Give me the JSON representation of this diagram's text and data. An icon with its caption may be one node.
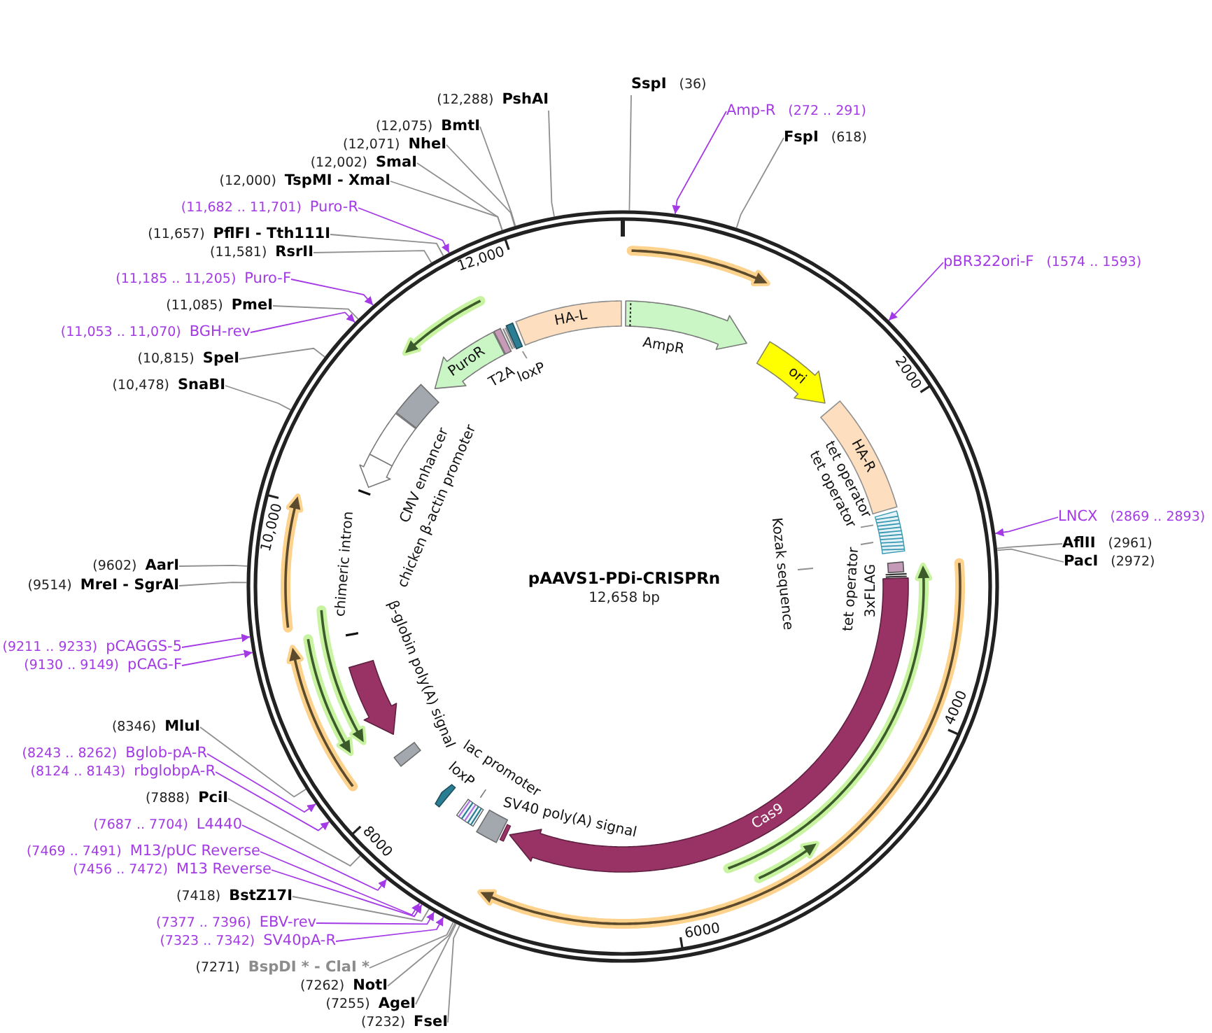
{
  "diagram": {
    "nodes": [
      {
        "text": [
          "pAAVS1-PDi-CRISPRn",
          "12,658 bp"
        ]
      },
      {
        "text": [
          "HA-L"
        ],
        "in": 0
      },
      {
        "text": [
          "AmpR"
        ],
        "in": 0
      },
      {
        "text": [
          "ori"
        ],
        "in": 0
      },
      {
        "text": [
          "HA-R"
        ],
        "in": 0
      },
      {
        "text": [],
        "shape": "box",
        "in": 0
      },
      {
        "text": [
          "tet operator"
        ],
        "in": 0
      },
      {
        "text": [
          "tet operator"
        ],
        "in": 0
      },
      {
        "text": [
          "Kozak sequence"
        ],
        "in": 0
      },
      {
        "text": [
          "3xFLAG"
        ],
        "in": 0
      },
      {
        "text": [
          "Cas9"
        ],
        "in": 0
      },
      {
        "text": [
          "SV40 poly(A) signal"
        ],
        "in": 0
      },
      {
        "text": [
          "lac promoter"
        ],
        "in": 0
      },
      {
        "text": [
          "loxP"
        ],
        "in": 0
      },
      {
        "text": [
          "β-globin poly(A) signal"
        ],
        "in": 0
      },
      {
        "text": [],
        "shape": "arrow",
        "in": 0
      },
      {
        "text": [
          "chimeric intron"
        ],
        "in": 0
      },
      {
        "text": [
          "chicken β-actin promoter"
        ],
        "in": 0
      },
      {
        "text": [
          "CMV enhancer"
        ],
        "in": 0
      },
      {
        "text": [],
        "shape": "box",
        "in": 0
      },
      {
        "text": [
          "PuroR"
        ],
        "in": 0
      },
      {
        "text": [
          "T2A"
        ],
        "in": 0
      },
      {
        "text": [],
        "shape": "box",
        "in": 0
      },
      {
        "text": [
          "loxP"
        ],
        "in": 0
      },
      {
        "text": [
          "SspI",
          "(36)"
        ]
      },
      {
        "text": [
          "(12,288)",
          "PshAI"
        ]
      },
      {
        "text": [
          "Amp-R",
          "(272 .. 291)"
        ]
      },
      {
        "text": [
          "(12,075)",
          "BmtI"
        ]
      },
      {
        "text": [
          "FspI",
          "(618)"
        ]
      },
      {
        "text": [
          "(12,071)",
          "NheI"
        ]
      },
      {
        "text": [
          "(12,002)",
          "SmaI"
        ]
      },
      {
        "text": [
          "(12,000)",
          "TspMI - XmaI"
        ]
      },
      {
        "text": [
          "(11,682 .. 11,701)",
          "Puro-R"
        ]
      },
      {
        "text": [
          "(11,657)",
          "PflFI - Tth111I"
        ]
      },
      {
        "text": [
          "(11,581)",
          "RsrII"
        ]
      },
      {
        "text": [
          "pBR322ori-F",
          "(1574 .. 1593)"
        ]
      },
      {
        "text": [
          "(11,185 .. 11,205)",
          "Puro-F"
        ]
      },
      {
        "text": [
          "(11,085)",
          "PmeI"
        ]
      },
      {
        "text": [
          "(11,053 .. 11,070)",
          "BGH-rev"
        ]
      },
      {
        "text": [
          "(10,815)",
          "SpeI"
        ]
      },
      {
        "text": [
          "(10,478)",
          "SnaBI"
        ]
      },
      {
        "text": [
          "LNCX",
          "(2869 .. 2893)"
        ]
      },
      {
        "text": [
          "AflII",
          "(2961)"
        ]
      },
      {
        "text": [
          "PacI",
          "(2972)"
        ]
      },
      {
        "text": [
          "(9602)",
          "AarI"
        ]
      },
      {
        "text": [
          "(9514)",
          "MreI - SgrAI"
        ]
      },
      {
        "text": [
          "(9211 .. 9233)",
          "pCAGGS-5"
        ]
      },
      {
        "text": [
          "(9130 .. 9149)",
          "pCAG-F"
        ]
      },
      {
        "text": [
          "(8346)",
          "MluI"
        ]
      },
      {
        "text": [
          "(8243 .. 8262)",
          "Bglob-pA-R"
        ]
      },
      {
        "text": [
          "(8124 .. 8143)",
          "rbglobpA-R"
        ]
      },
      {
        "text": [
          "(7888)",
          "PciI"
        ]
      },
      {
        "text": [
          "(7687 .. 7704)",
          "L4440"
        ]
      },
      {
        "text": [
          "(7469 .. 7491)",
          "M13/pUC Reverse"
        ]
      },
      {
        "text": [
          "(7456 .. 7472)",
          "M13 Reverse"
        ]
      },
      {
        "text": [
          "(7418)",
          "BstZ17I"
        ]
      },
      {
        "text": [
          "(7377 .. 7396)",
          "EBV-rev"
        ]
      },
      {
        "text": [
          "(7323 .. 7342)",
          "SV40pA-R"
        ]
      },
      {
        "text": [
          "(7271)",
          "BspDI * - ClaI *"
        ]
      },
      {
        "text": [
          "(7262)",
          "NotI"
        ]
      },
      {
        "text": [
          "(7255)",
          "AgeI"
        ]
      },
      {
        "text": [
          "(7232)",
          "FseI"
        ]
      }
    ],
    "edges": [
      {
        "from": 24,
        "to": 0,
        "arrow": "none"
      },
      {
        "from": 25,
        "to": 0,
        "arrow": "none"
      },
      {
        "from": 26,
        "to": 0,
        "arrow": "to",
        "color": "#a33ae6"
      },
      {
        "from": 27,
        "to": 0,
        "arrow": "none"
      },
      {
        "from": 28,
        "to": 0,
        "arrow": "none"
      },
      {
        "from": 29,
        "to": 0,
        "arrow": "none"
      },
      {
        "from": 30,
        "to": 0,
        "arrow": "none"
      },
      {
        "from": 31,
        "to": 0,
        "arrow": "none"
      },
      {
        "from": 32,
        "to": 0,
        "arrow": "to",
        "color": "#a33ae6"
      },
      {
        "from": 33,
        "to": 0,
        "arrow": "none"
      },
      {
        "from": 34,
        "to": 0,
        "arrow": "none"
      },
      {
        "from": 35,
        "to": 0,
        "arrow": "to",
        "color": "#a33ae6"
      },
      {
        "from": 36,
        "to": 0,
        "arrow": "to",
        "color": "#a33ae6"
      },
      {
        "from": 37,
        "to": 0,
        "arrow": "none"
      },
      {
        "from": 38,
        "to": 0,
        "arrow": "to",
        "color": "#a33ae6"
      },
      {
        "from": 39,
        "to": 0,
        "arrow": "none"
      },
      {
        "from": 40,
        "to": 0,
        "arrow": "none"
      },
      {
        "from": 41,
        "to": 0,
        "arrow": "to",
        "color": "#a33ae6"
      },
      {
        "from": 42,
        "to": 0,
        "arrow": "none"
      },
      {
        "from": 43,
        "to": 0,
        "arrow": "none"
      },
      {
        "from": 44,
        "to": 0,
        "arrow": "none"
      },
      {
        "from": 45,
        "to": 0,
        "arrow": "none"
      },
      {
        "from": 46,
        "to": 0,
        "arrow": "to",
        "color": "#a33ae6"
      },
      {
        "from": 47,
        "to": 0,
        "arrow": "to",
        "color": "#a33ae6"
      },
      {
        "from": 48,
        "to": 0,
        "arrow": "none"
      },
      {
        "from": 49,
        "to": 0,
        "arrow": "to",
        "color": "#a33ae6"
      },
      {
        "from": 50,
        "to": 0,
        "arrow": "to",
        "color": "#a33ae6"
      },
      {
        "from": 51,
        "to": 0,
        "arrow": "none"
      },
      {
        "from": 52,
        "to": 0,
        "arrow": "to",
        "color": "#a33ae6"
      },
      {
        "from": 53,
        "to": 0,
        "arrow": "to",
        "color": "#a33ae6"
      },
      {
        "from": 54,
        "to": 0,
        "arrow": "to",
        "color": "#a33ae6"
      },
      {
        "from": 55,
        "to": 0,
        "arrow": "none"
      },
      {
        "from": 56,
        "to": 0,
        "arrow": "to",
        "color": "#a33ae6"
      },
      {
        "from": 57,
        "to": 0,
        "arrow": "to",
        "color": "#a33ae6"
      },
      {
        "from": 58,
        "to": 0,
        "arrow": "none"
      },
      {
        "from": 59,
        "to": 0,
        "arrow": "none"
      },
      {
        "from": 60,
        "to": 0,
        "arrow": "none"
      },
      {
        "from": 61,
        "to": 0,
        "arrow": "none"
      },
      {
        "from": 6,
        "to": 5,
        "arrow": "none"
      },
      {
        "from": 7,
        "to": 5,
        "arrow": "none"
      },
      {
        "from": 8,
        "to": null,
        "arrow": "none"
      },
      {
        "from": 23,
        "to": 22,
        "arrow": "none"
      }
    ],
    "labels": [
      "12,000",
      "2000",
      "tet operator",
      "10,000",
      "4000",
      "8000",
      "6000"
    ]
  }
}
